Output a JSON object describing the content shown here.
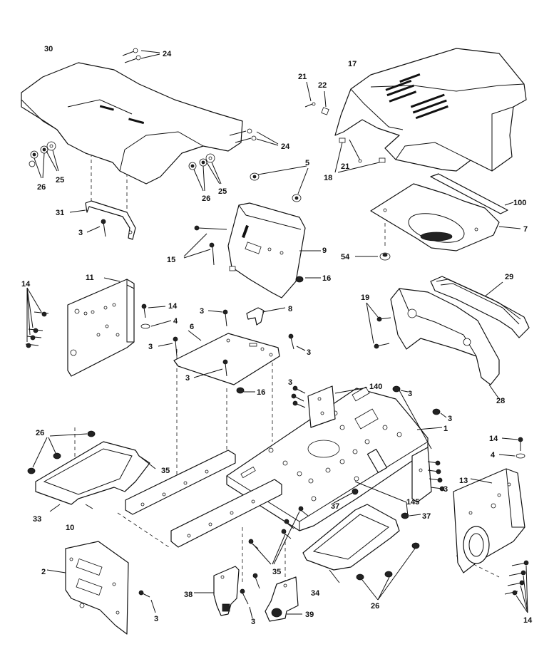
{
  "labels": {
    "l30": "30",
    "l24a": "24",
    "l24b": "24",
    "l25a": "25",
    "l26a": "26",
    "l26b": "26",
    "l25b": "25",
    "l31": "31",
    "l3a": "3",
    "l21a": "21",
    "l22": "22",
    "l17": "17",
    "l18": "18",
    "l21b": "21",
    "l5": "5",
    "l100": "100",
    "l7": "7",
    "l15": "15",
    "l9": "9",
    "l54": "54",
    "l16a": "16",
    "l11": "11",
    "l14a": "14",
    "l14b": "14",
    "l4a": "4",
    "l3b": "3",
    "l8": "8",
    "l6": "6",
    "l3c": "3",
    "l3d": "3",
    "l3e": "3",
    "l16b": "16",
    "l19": "19",
    "l29": "29",
    "l28": "28",
    "l3f": "3",
    "l140": "140",
    "l3g": "3",
    "l3h": "3",
    "l1": "1",
    "l26c": "26",
    "l35a": "35",
    "l14c": "14",
    "l4b": "4",
    "l13": "13",
    "l33": "33",
    "l10": "10",
    "l37a": "37",
    "l145": "145",
    "l37b": "37",
    "l3i": "3",
    "l2": "2",
    "l35b": "35",
    "l34": "34",
    "l38": "38",
    "l39": "39",
    "l3j": "3",
    "l3k": "3",
    "l26d": "26",
    "l14d": "14"
  }
}
